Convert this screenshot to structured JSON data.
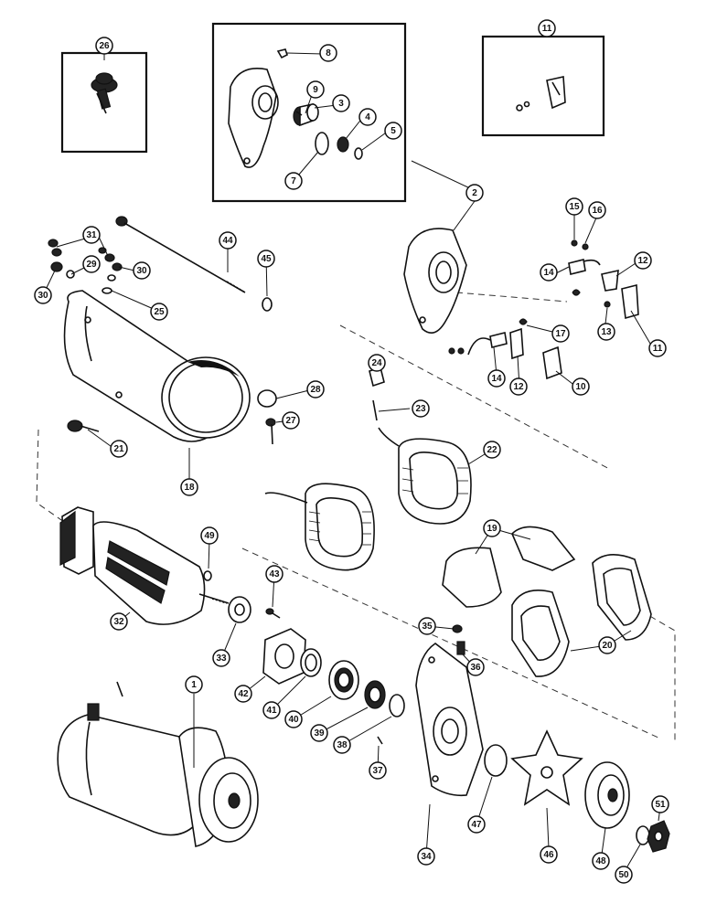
{
  "diagram": {
    "callouts": [
      "1",
      "2",
      "3",
      "4",
      "5",
      "7",
      "8",
      "9",
      "10",
      "11",
      "11",
      "12",
      "12",
      "13",
      "14",
      "14",
      "15",
      "16",
      "17",
      "18",
      "19",
      "20",
      "21",
      "22",
      "23",
      "24",
      "25",
      "26",
      "27",
      "28",
      "29",
      "30",
      "30",
      "31",
      "32",
      "33",
      "34",
      "35",
      "36",
      "37",
      "38",
      "39",
      "40",
      "41",
      "42",
      "43",
      "44",
      "45",
      "46",
      "47",
      "48",
      "49",
      "50",
      "51"
    ]
  }
}
